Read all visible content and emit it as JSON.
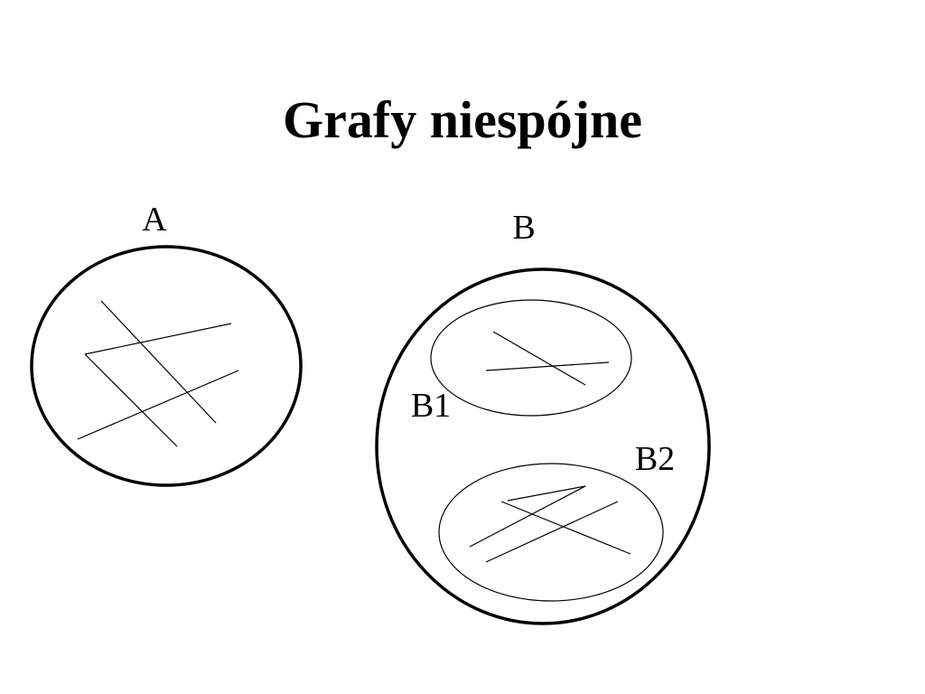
{
  "slide": {
    "title": "Grafy niespójne"
  },
  "graphs": {
    "a": {
      "label": "A"
    },
    "b": {
      "label": "B",
      "components": [
        {
          "label": "B1"
        },
        {
          "label": "B2"
        }
      ]
    }
  },
  "colors": {
    "ink": "#000000",
    "background": "#ffffff"
  }
}
